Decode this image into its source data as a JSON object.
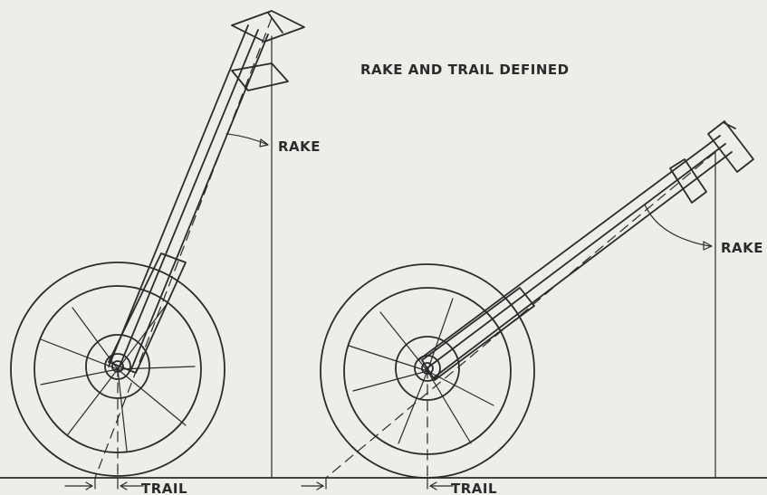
{
  "diagram": {
    "title": "RAKE AND TRAIL DEFINED",
    "left_fork": {
      "rake_label": "RAKE",
      "trail_label": "TRAIL"
    },
    "right_fork": {
      "rake_label": "RAKE",
      "trail_label": "TRAIL"
    }
  }
}
